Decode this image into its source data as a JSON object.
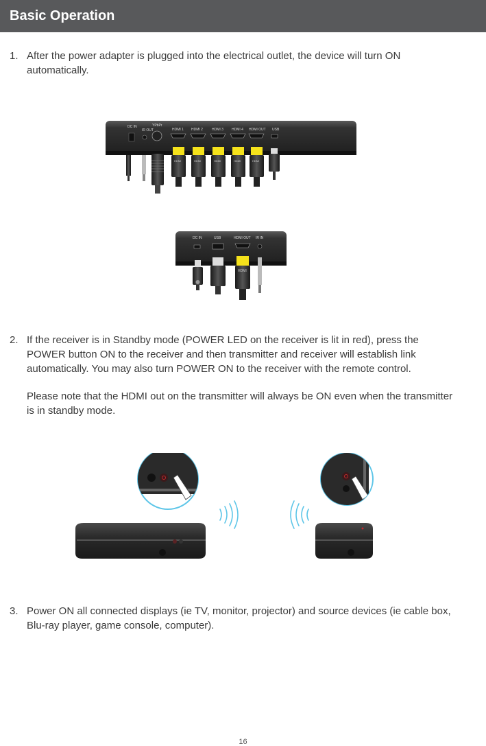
{
  "header": {
    "title": "Basic Operation"
  },
  "steps": [
    {
      "number": "1.",
      "text": "After the power adapter is plugged into the electrical outlet, the device will turn ON automatically."
    },
    {
      "number": "2.",
      "text": "If the receiver is in Standby mode (POWER LED on the receiver is lit in red), press the POWER button ON to the receiver and then transmitter and receiver will establish link automatically.  You may also turn POWER ON to the receiver with the remote control.",
      "note": "Please note that the HDMI out on the transmitter will always be ON even when the transmitter is in standby mode."
    },
    {
      "number": "3.",
      "text": "Power ON all connected displays (ie TV, monitor, projector) and source devices (ie cable box, Blu-ray player, game console, computer)."
    }
  ],
  "transmitter": {
    "labels": [
      "DC IN",
      "IR OUT",
      "YPbPr",
      "HDMI 1",
      "HDMI 2",
      "HDMI 3",
      "HDMI 4",
      "HDMI OUT",
      "USB"
    ]
  },
  "receiver": {
    "labels": [
      "DC IN",
      "USB",
      "HDMI OUT",
      "IR IN"
    ]
  },
  "cable_label": "HDMI",
  "page": {
    "number": "16"
  },
  "colors": {
    "header": "#58595b",
    "device": "#2b2b2b",
    "hdmi_yellow": "#f5e21b",
    "power_red": "#c0282d",
    "wave_blue": "#5fc6e8"
  }
}
